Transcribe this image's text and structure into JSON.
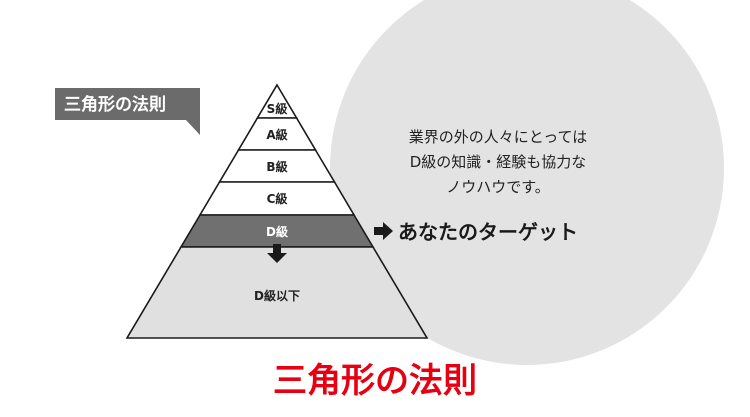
{
  "tag_label": "三角形の法則",
  "levels": [
    "S級",
    "A級",
    "B級",
    "C級",
    "D級",
    "D級以下"
  ],
  "note_lines": [
    "業界の外の人々にとっては",
    "D級の知識・経験も協力な",
    "ノウハウです。"
  ],
  "target_label": "あなたのターゲット",
  "title": "三角形の法則",
  "colors": {
    "title": "#e60012",
    "highlight_band": "#707070",
    "lower_band": "#e0e0e0",
    "circle": "#e3e3e3",
    "tag": "#6b6b6b"
  }
}
